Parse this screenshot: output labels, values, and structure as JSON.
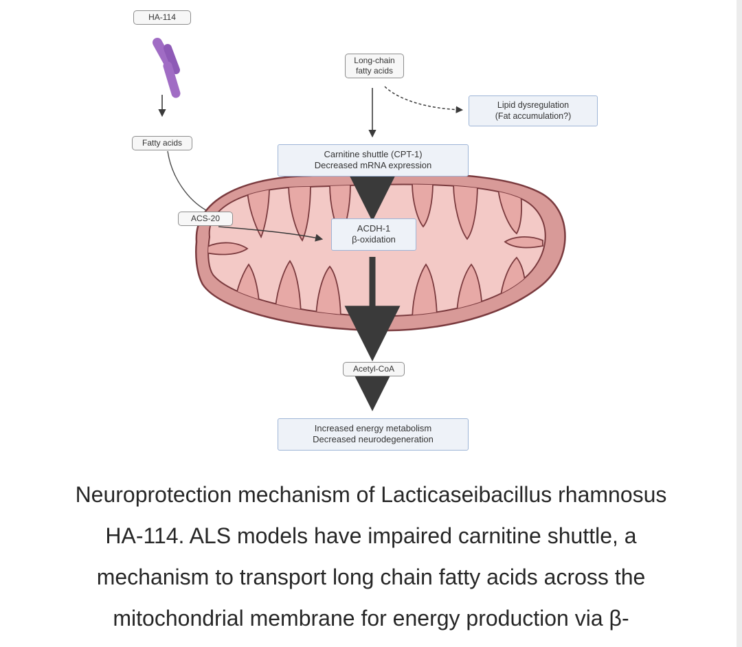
{
  "diagram": {
    "bacterium_label": "HA-114",
    "fatty_acids_label": "Fatty acids",
    "long_chain": [
      "Long-chain",
      "fatty acids"
    ],
    "lipid_box": [
      "Lipid dysregulation",
      "(Fat accumulation?)"
    ],
    "carnitine_box": [
      "Carnitine shuttle (CPT-1)",
      "Decreased mRNA expression"
    ],
    "acs_label": "ACS-20",
    "acdh_box": [
      "ACDH-1",
      "β-oxidation"
    ],
    "acetyl_label": "Acetyl-CoA",
    "outcome_box": [
      "Increased energy metabolism",
      "Decreased neurodegeneration"
    ],
    "colors": {
      "mito_outer": "#d89a98",
      "mito_outline": "#7a3a3e",
      "mito_inner": "#f3c9c6",
      "cristae": "#e7a9a6",
      "bacterium": "#a06cc4",
      "arrow": "#3a3a3a",
      "box_border": "#9db4d6",
      "box_fill": "#eef2f8"
    }
  },
  "caption": {
    "lines": [
      "Neuroprotection mechanism of Lacticaseibacillus rhamnosus",
      "HA-114. ALS models have impaired carnitine shuttle, a",
      "mechanism to transport long chain fatty acids across the",
      "mitochondrial membrane for energy production via β-"
    ]
  }
}
